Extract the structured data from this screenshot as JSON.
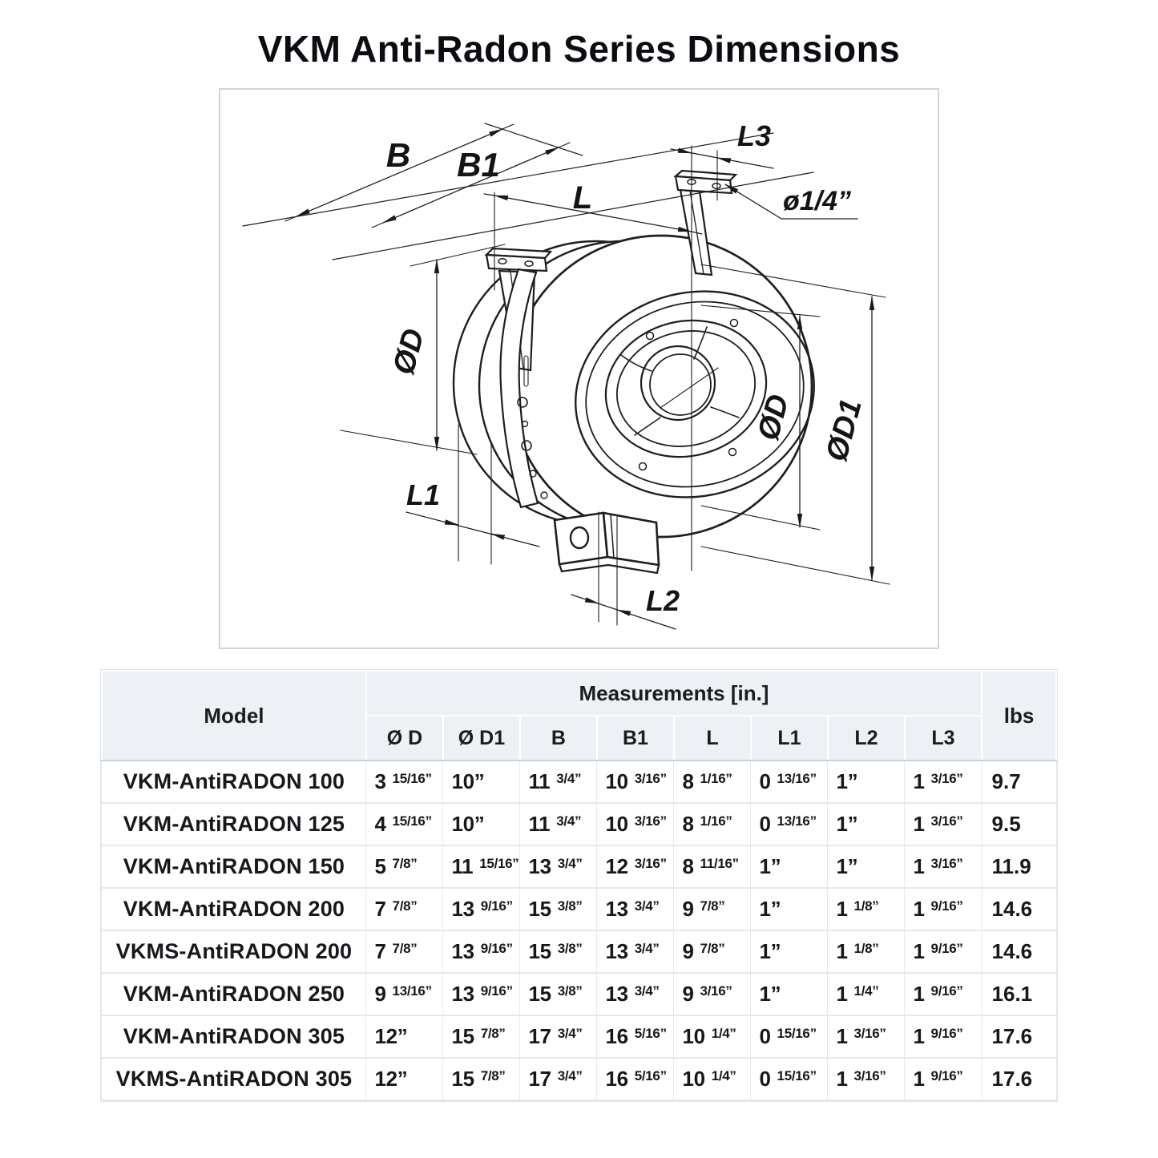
{
  "title": "VKM Anti-Radon Series Dimensions",
  "diagram": {
    "labels": {
      "b": "B",
      "b1": "B1",
      "l": "L",
      "l1": "L1",
      "l2": "L2",
      "l3": "L3",
      "dia_quarter": "ø1/4”",
      "d_left": "ØD",
      "d_right": "ØD",
      "d1": "ØD1"
    }
  },
  "table": {
    "model_header": "Model",
    "measurements_header": "Measurements [in.]",
    "weight_header": "lbs",
    "columns": [
      "Ø D",
      "Ø D1",
      "B",
      "B1",
      "L",
      "L1",
      "L2",
      "L3"
    ],
    "rows": [
      {
        "model": "VKM-AntiRADON 100",
        "values": [
          "3 15/16”",
          "10”",
          "11 3/4”",
          "10 3/16”",
          "8 1/16”",
          "0 13/16”",
          "1”",
          "1 3/16”"
        ],
        "lbs": "9.7"
      },
      {
        "model": "VKM-AntiRADON 125",
        "values": [
          "4 15/16”",
          "10”",
          "11 3/4”",
          "10 3/16”",
          "8 1/16”",
          "0 13/16”",
          "1”",
          "1 3/16”"
        ],
        "lbs": "9.5"
      },
      {
        "model": "VKM-AntiRADON 150",
        "values": [
          "5 7/8”",
          "11 15/16”",
          "13 3/4”",
          "12 3/16”",
          "8 11/16”",
          "1”",
          "1”",
          "1 3/16”"
        ],
        "lbs": "11.9"
      },
      {
        "model": "VKM-AntiRADON 200",
        "values": [
          "7 7/8”",
          "13 9/16”",
          "15 3/8”",
          "13 3/4”",
          "9 7/8”",
          "1”",
          "1 1/8”",
          "1 9/16”"
        ],
        "lbs": "14.6"
      },
      {
        "model": "VKMS-AntiRADON 200",
        "values": [
          "7 7/8”",
          "13 9/16”",
          "15 3/8”",
          "13 3/4”",
          "9 7/8”",
          "1”",
          "1 1/8”",
          "1 9/16”"
        ],
        "lbs": "14.6"
      },
      {
        "model": "VKM-AntiRADON 250",
        "values": [
          "9 13/16”",
          "13 9/16”",
          "15 3/8”",
          "13 3/4”",
          "9 3/16”",
          "1”",
          "1 1/4”",
          "1 9/16”"
        ],
        "lbs": "16.1"
      },
      {
        "model": "VKM-AntiRADON 305",
        "values": [
          "12”",
          "15 7/8”",
          "17 3/4”",
          "16 5/16”",
          "10 1/4”",
          "0 15/16”",
          "1 3/16”",
          "1 9/16”"
        ],
        "lbs": "17.6"
      },
      {
        "model": "VKMS-AntiRADON 305",
        "values": [
          "12”",
          "15 7/8”",
          "17 3/4”",
          "16 5/16”",
          "10 1/4”",
          "0 15/16”",
          "1 3/16”",
          "1 9/16”"
        ],
        "lbs": "17.6"
      }
    ]
  }
}
